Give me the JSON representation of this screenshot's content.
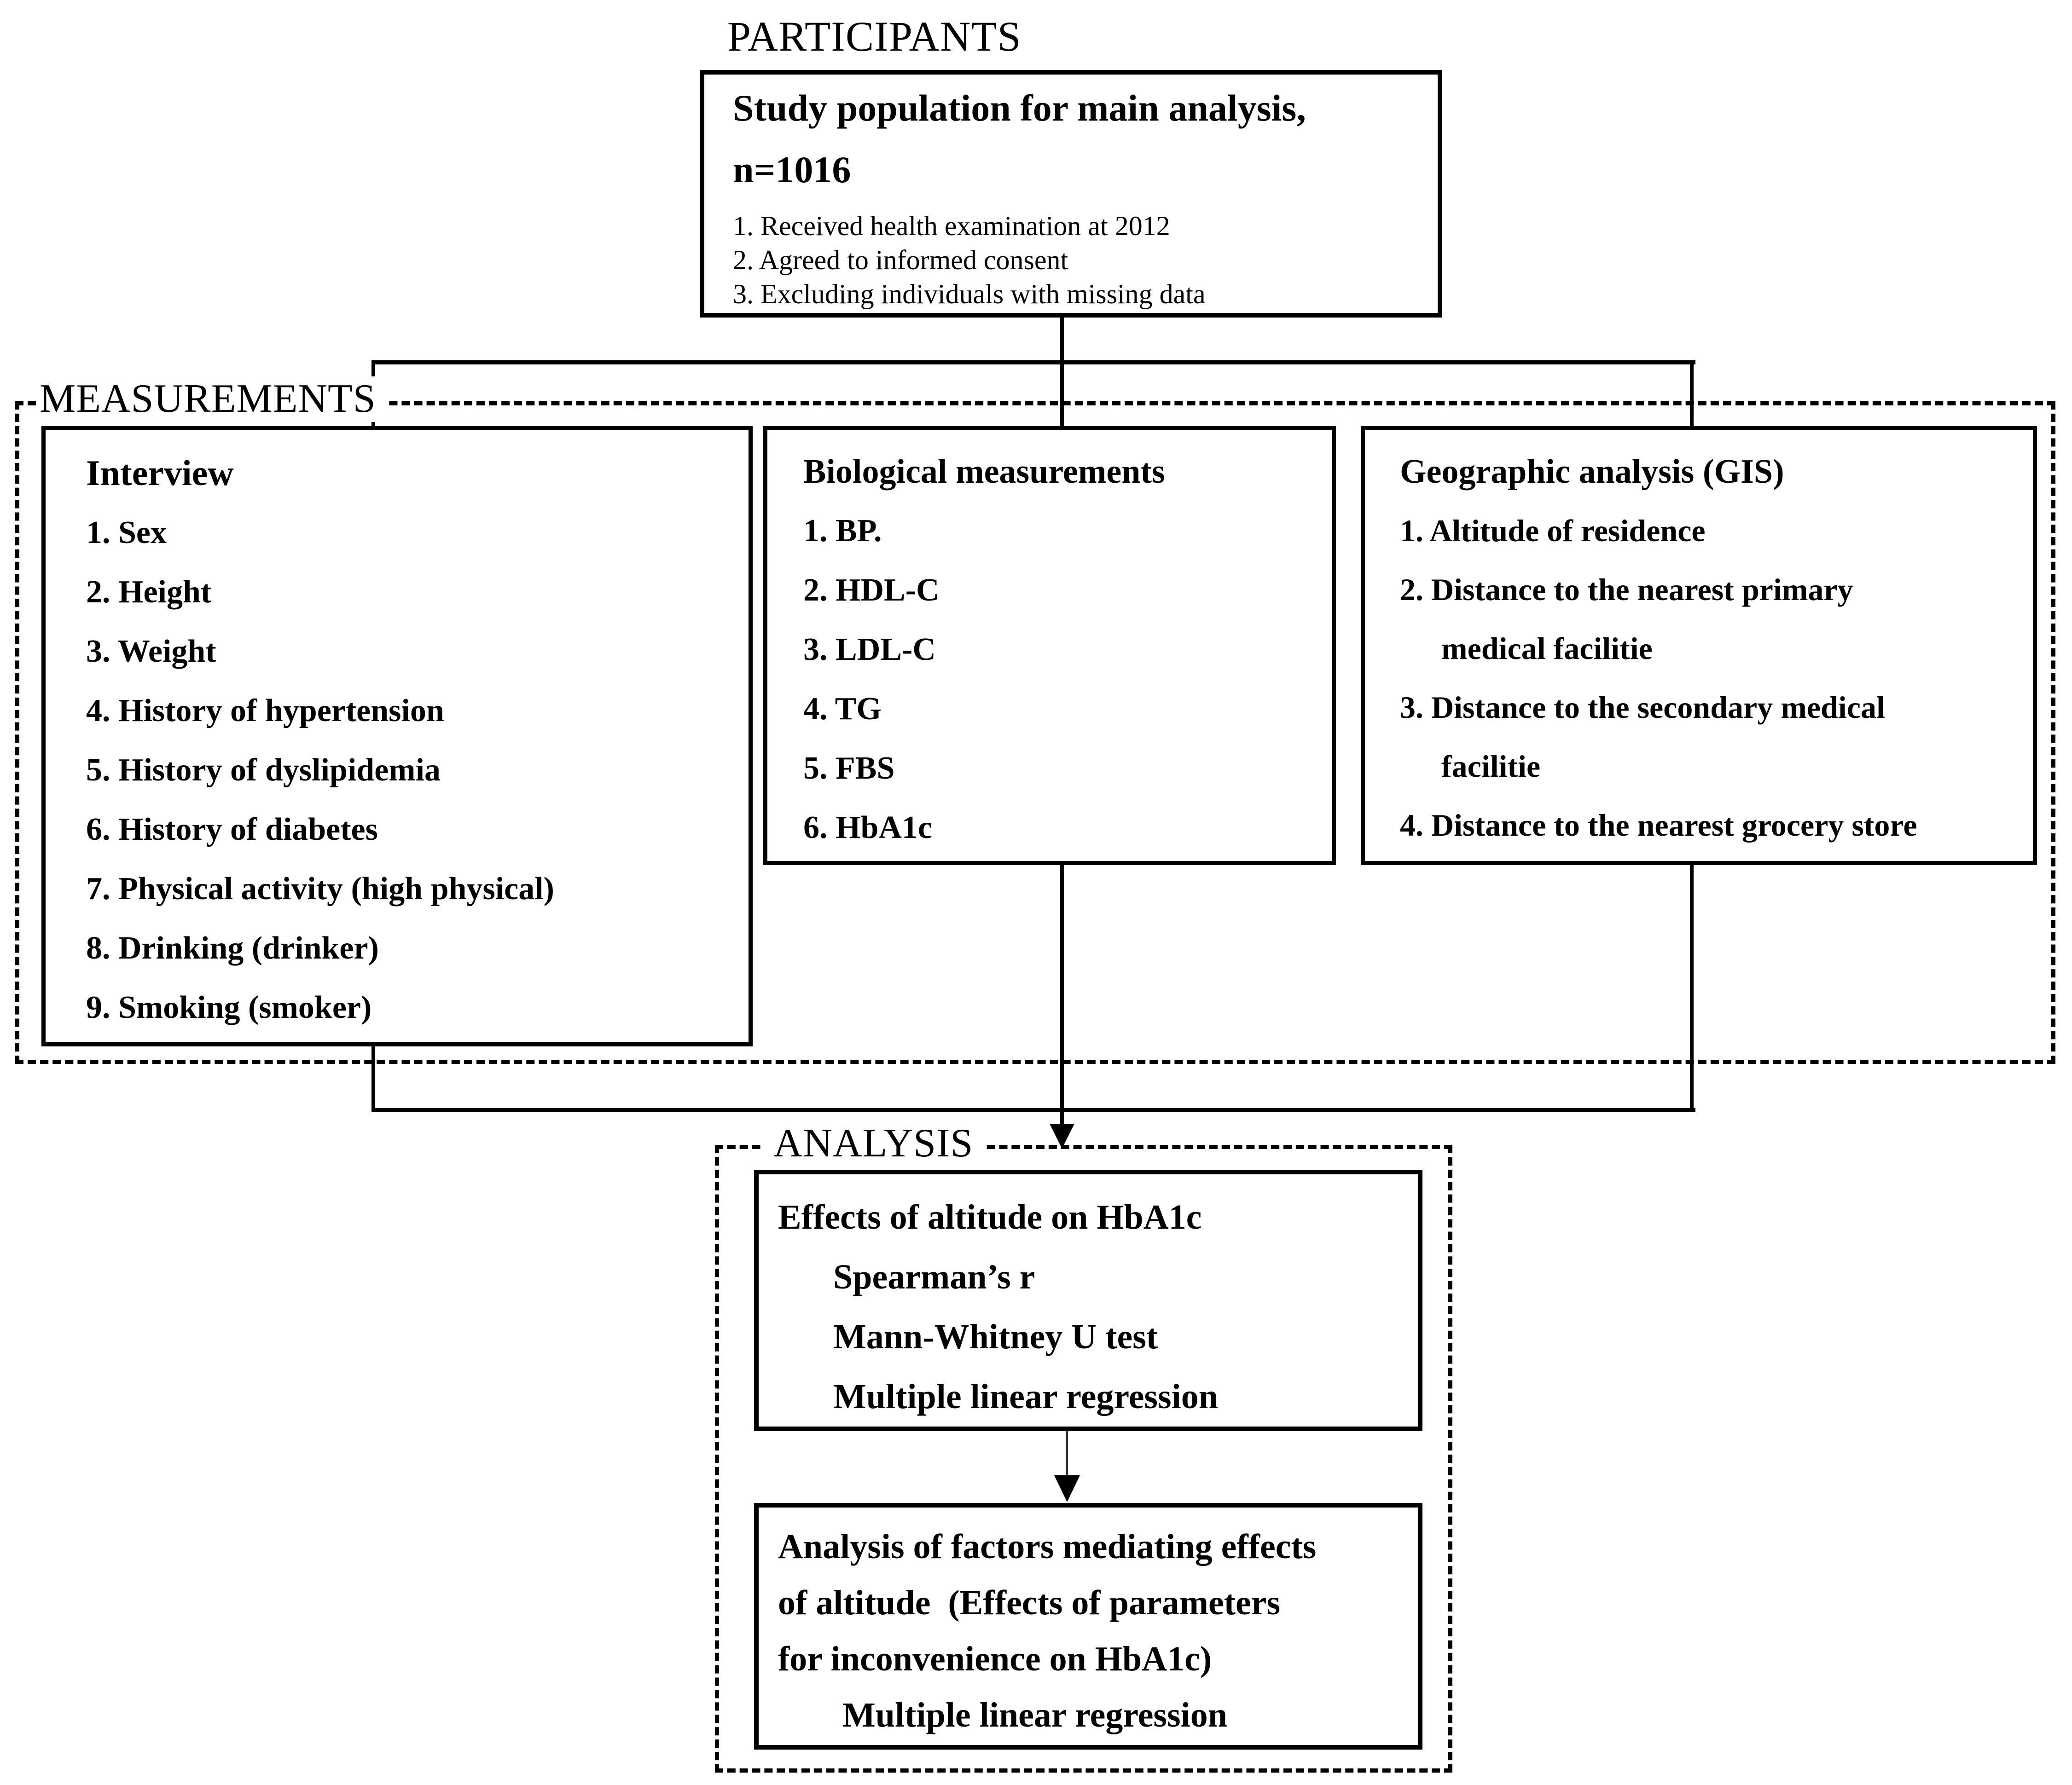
{
  "participants": {
    "section_label": "PARTICIPANTS",
    "box": {
      "title_line1": "Study population for main analysis,",
      "title_line2": "n=1016",
      "items": [
        "1. Received health examination at 2012",
        "2. Agreed to informed consent",
        "3. Excluding individuals with missing data"
      ]
    }
  },
  "measurements": {
    "section_label": "MEASUREMENTS",
    "interview": {
      "title": "Interview",
      "items": [
        "1. Sex",
        "2. Height",
        "3. Weight",
        "4. History of hypertension",
        "5. History of dyslipidemia",
        "6. History of diabetes",
        "7. Physical activity (high physical)",
        "8. Drinking (drinker)",
        "9. Smoking (smoker)"
      ]
    },
    "biological": {
      "title": "Biological measurements",
      "items": [
        "1. BP.",
        "2. HDL-C",
        "3. LDL-C",
        "4. TG",
        "5. FBS",
        "6. HbA1c"
      ]
    },
    "geographic": {
      "title": "Geographic analysis (GIS)",
      "items": [
        "1. Altitude of residence",
        "2. Distance to the nearest primary\nmedical facilitie",
        "3. Distance to the secondary medical\nfacilitie",
        "4. Distance to the nearest grocery store"
      ]
    }
  },
  "analysis": {
    "section_label": "ANALYSIS",
    "box1": {
      "lines": [
        "Effects of altitude on HbA1c",
        "Spearman’s r",
        "Mann-Whitney U test",
        "Multiple linear regression"
      ]
    },
    "box2": {
      "lines": [
        "Analysis of factors mediating effects",
        "of altitude  (Effects of parameters",
        "for inconvenience on HbA1c)",
        "Multiple linear regression"
      ]
    }
  },
  "colors": {
    "line": "#000000",
    "background": "#ffffff",
    "text": "#000000"
  }
}
